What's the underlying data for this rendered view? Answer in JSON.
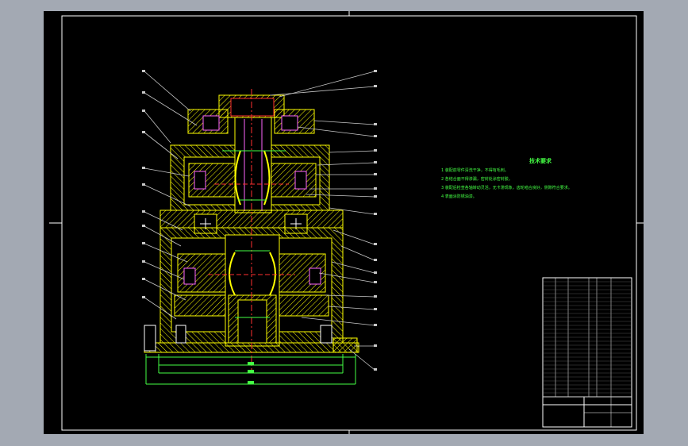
{
  "technical_notes": {
    "title": "技术要求",
    "items": [
      "1  装配前零件清洗干净，不得有毛刺。",
      "2  各结合面不得渗漏，密封处涂密封胶。",
      "3  装配后检查各轴转动灵活，无卡滞现象，齿轮啮合良好，侧隙符合要求。",
      "4  表面涂防锈油漆。"
    ]
  },
  "colors": {
    "background": "#000000",
    "frame": "#ffffff",
    "outline": "#ffff00",
    "centerline": "#ff3030",
    "hatch": "#ffff00",
    "bolts": "#ff66ff",
    "dimension": "#44ff44",
    "leader": "#c8c8c8"
  }
}
